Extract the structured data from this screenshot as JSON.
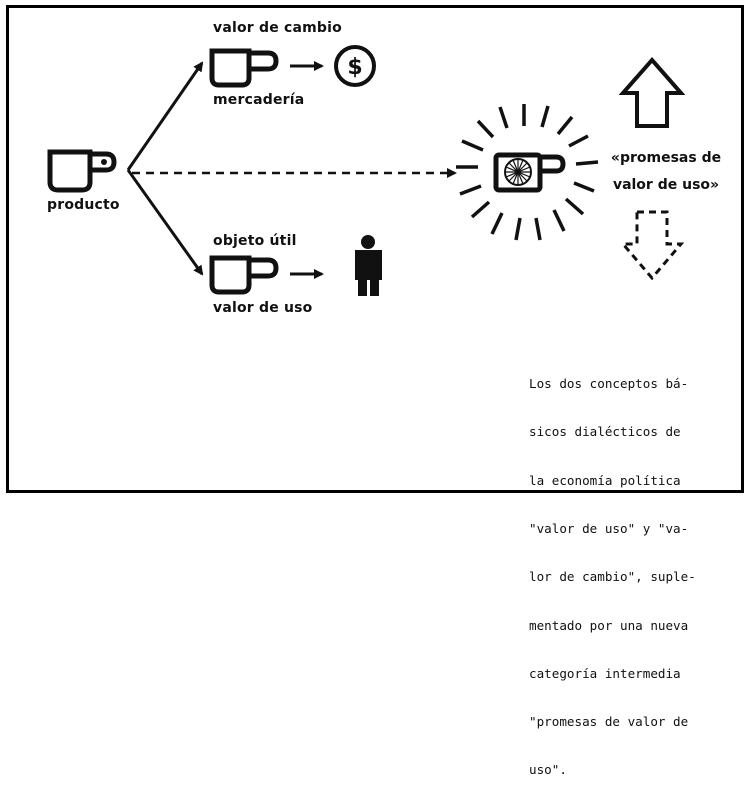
{
  "labels": {
    "producto": "producto",
    "valor_de_cambio": "valor de cambio",
    "mercaderia": "mercadería",
    "objeto_util": "objeto útil",
    "valor_de_uso": "valor de uso",
    "promesas_line1": "«promesas de",
    "promesas_line2": "valor de uso»"
  },
  "icons": {
    "dollar_symbol": "$"
  },
  "caption": {
    "lines": [
      "Los dos conceptos bá-",
      "sicos dialécticos de",
      "la economía política",
      "\"valor de uso\" y \"va-",
      "lor de cambio\", suple-",
      "mentado por una nueva",
      "categoría intermedia",
      "\"promesas de valor de",
      "uso\"."
    ]
  }
}
